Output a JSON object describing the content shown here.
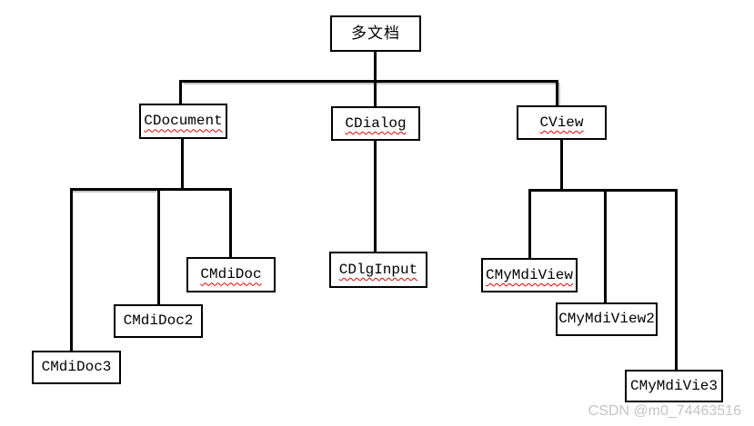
{
  "diagram": {
    "type": "class-hierarchy-flowchart",
    "nodes": {
      "root": {
        "label": "多文档",
        "misspelled": false
      },
      "cdocument": {
        "label": "CDocument",
        "misspelled": true
      },
      "cdialog": {
        "label": "CDialog",
        "misspelled": true
      },
      "cview": {
        "label": "CView",
        "misspelled": true
      },
      "cmdidoc": {
        "label": "CMdiDoc",
        "misspelled": true
      },
      "cmdidoc2": {
        "label": "CMdiDoc2",
        "misspelled": false
      },
      "cmdidoc3": {
        "label": "CMdiDoc3",
        "misspelled": false
      },
      "cdlginput": {
        "label": "CDlgInput",
        "misspelled": true
      },
      "cmymdiview": {
        "label": "CMyMdiView",
        "misspelled": true
      },
      "cmymdiview2": {
        "label": "CMyMdiView2",
        "misspelled": false
      },
      "cmymdivie3": {
        "label": "CMyMdiVie3",
        "misspelled": false
      }
    },
    "edges": [
      {
        "from": "root",
        "to": [
          "cdocument",
          "cdialog",
          "cview"
        ]
      },
      {
        "from": "cdocument",
        "to": [
          "cmdidoc",
          "cmdidoc2",
          "cmdidoc3"
        ]
      },
      {
        "from": "cdialog",
        "to": [
          "cdlginput"
        ]
      },
      {
        "from": "cview",
        "to": [
          "cmymdiview",
          "cmymdiview2",
          "cmymdivie3"
        ]
      }
    ],
    "colors": {
      "background": "#ffffff",
      "line": "#000000",
      "box_border": "#000000",
      "text": "#000000",
      "squiggle": "#e00000",
      "watermark": "#c4c4c4"
    }
  },
  "watermark": {
    "text": "CSDN @m0_74463516"
  }
}
